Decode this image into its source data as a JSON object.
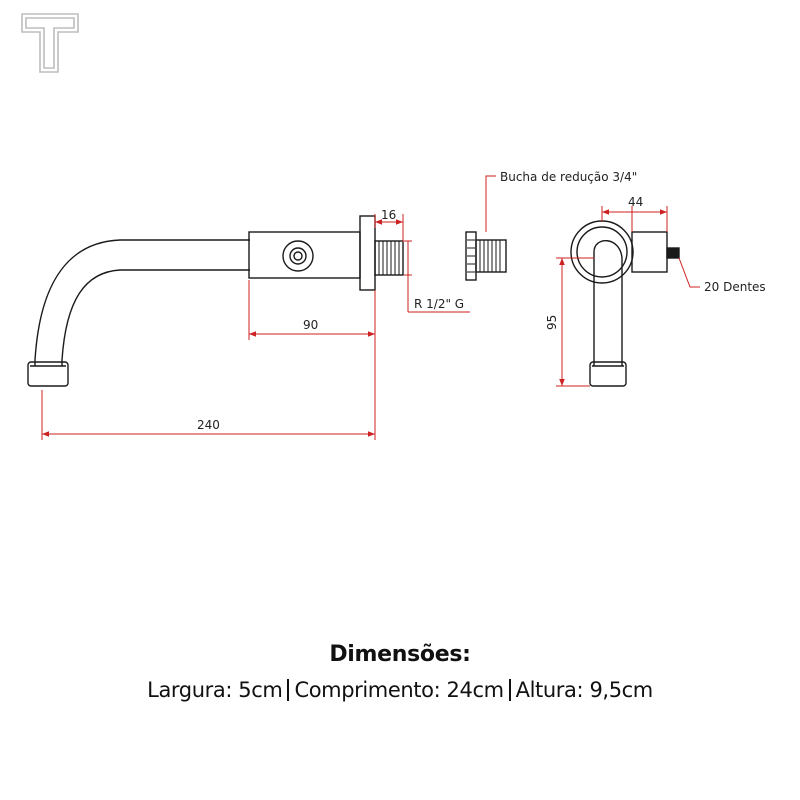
{
  "colors": {
    "outline": "#1a1a1a",
    "dimension": "#cc2222",
    "text": "#111111"
  },
  "dimensions": {
    "top_width": "16",
    "mid_length": "90",
    "total_length": "240",
    "thread": "R 1/2\" G",
    "side_width": "44",
    "side_height": "95"
  },
  "labels": {
    "bushing": "Bucha de redução 3/4\"",
    "teeth": "20 Dentes"
  },
  "caption": {
    "title": "Dimensões:",
    "width": "Largura: 5cm",
    "length": "Comprimento: 24cm",
    "height": "Altura: 9,5cm"
  }
}
